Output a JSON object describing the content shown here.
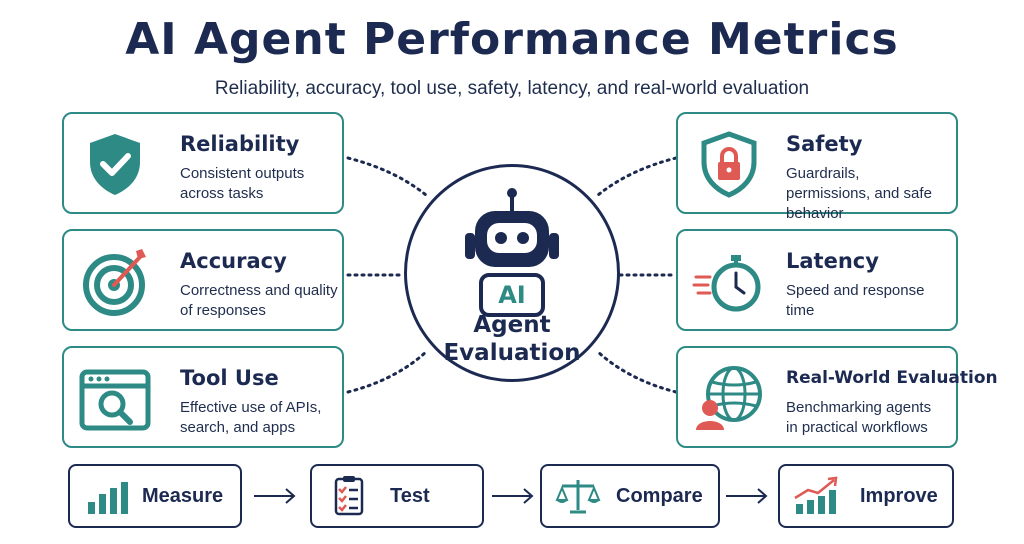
{
  "title": "AI Agent Performance Metrics",
  "subtitle": "Reliability, accuracy, tool use, safety, latency, and real-world evaluation",
  "center": {
    "badge": "AI",
    "label": "Agent Evaluation"
  },
  "metrics_left": [
    {
      "title": "Reliability",
      "desc": "Consistent outputs across tasks",
      "icon": "shield-check-icon"
    },
    {
      "title": "Accuracy",
      "desc": "Correctness and quality of responses",
      "icon": "target-icon"
    },
    {
      "title": "Tool Use",
      "desc": "Effective use of APIs, search, and apps",
      "icon": "browser-search-icon"
    }
  ],
  "metrics_right": [
    {
      "title": "Safety",
      "desc": "Guardrails, permissions, and safe behavior",
      "icon": "shield-lock-icon"
    },
    {
      "title": "Latency",
      "desc": "Speed and response time",
      "icon": "stopwatch-icon"
    },
    {
      "title": "Real-World Evaluation",
      "desc": "Benchmarking agents in practical workflows",
      "icon": "globe-user-icon"
    }
  ],
  "steps": [
    {
      "label": "Measure",
      "icon": "bar-chart-icon"
    },
    {
      "label": "Test",
      "icon": "checklist-icon"
    },
    {
      "label": "Compare",
      "icon": "scales-icon"
    },
    {
      "label": "Improve",
      "icon": "trend-up-icon"
    }
  ],
  "colors": {
    "navy": "#1c2a52",
    "teal": "#2e8a85",
    "red": "#e05a55"
  }
}
